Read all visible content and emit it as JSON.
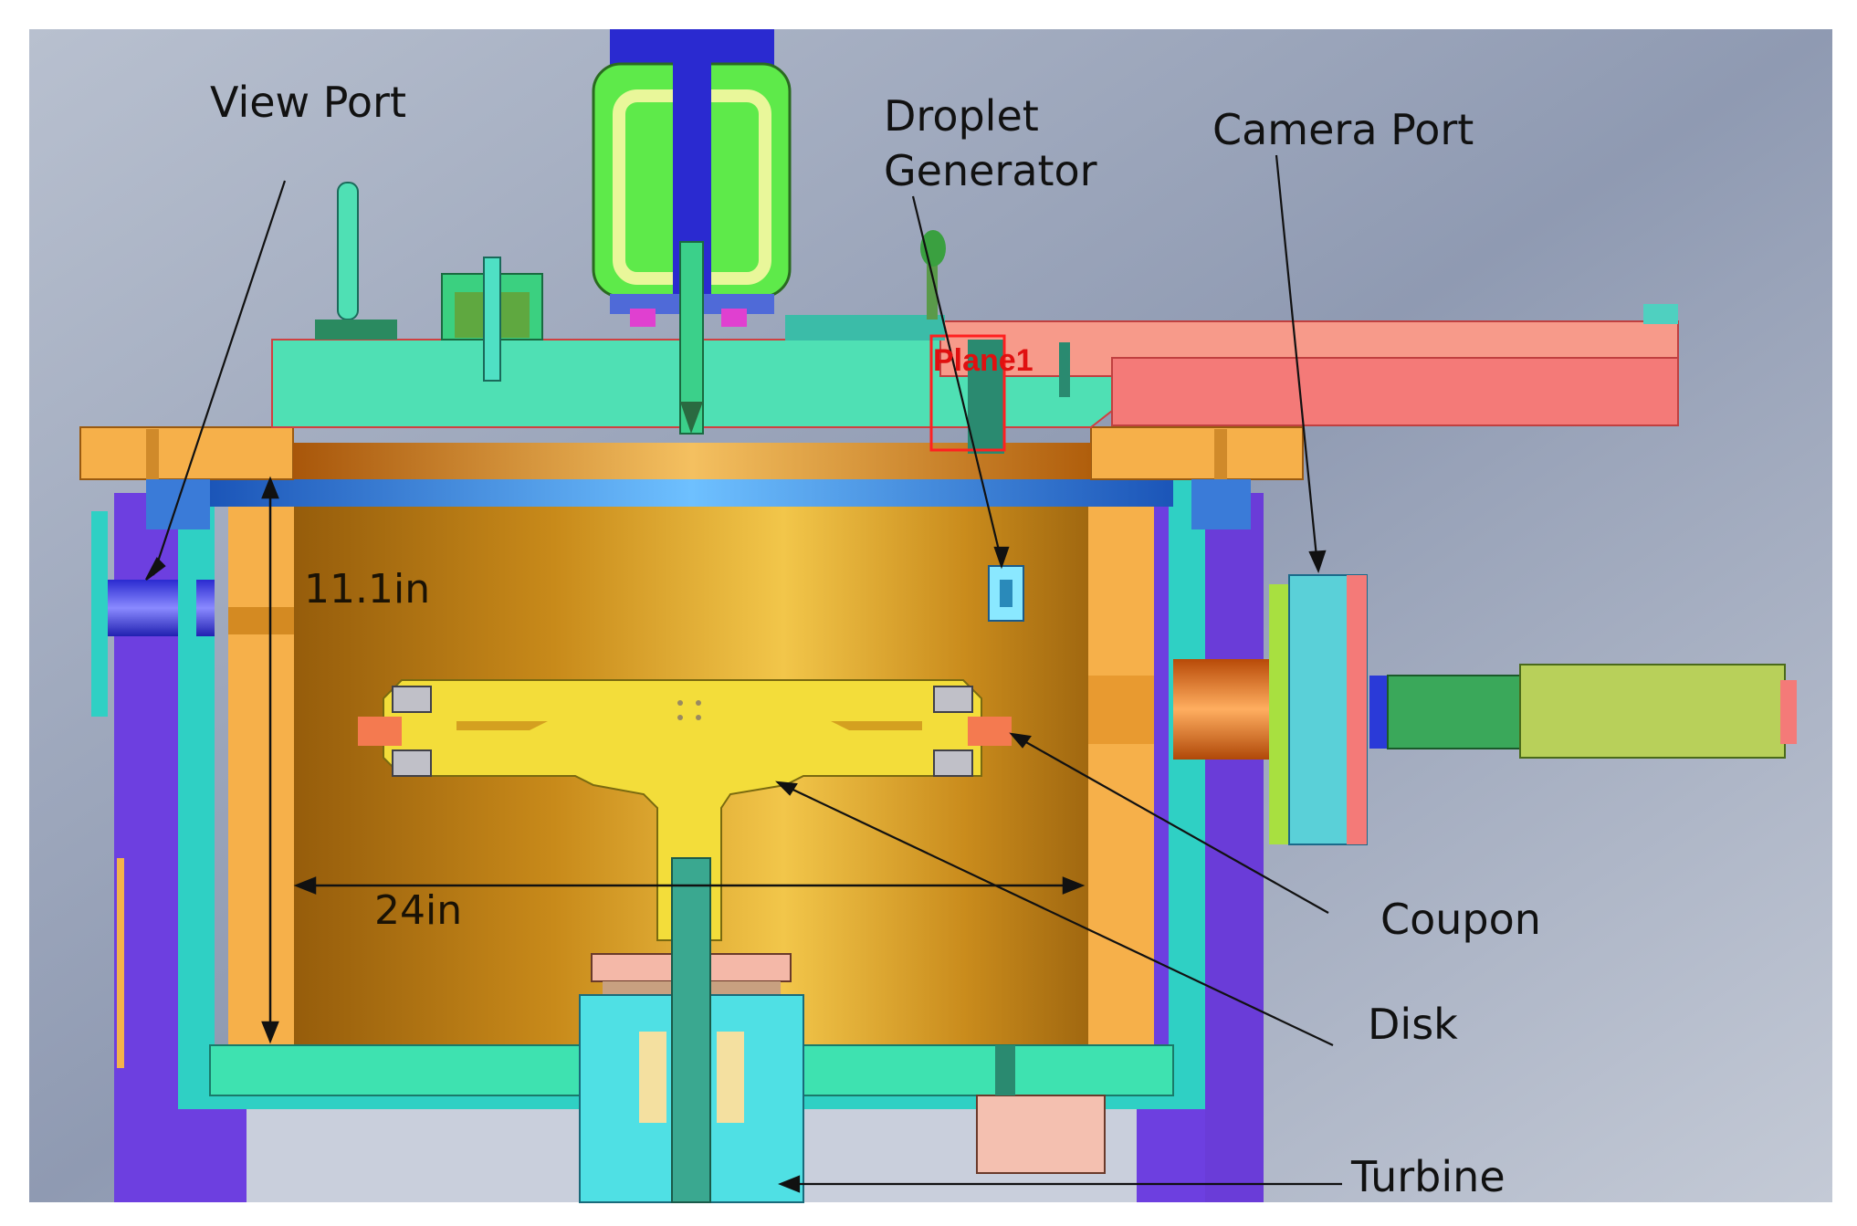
{
  "labels": {
    "view_port": "View Port",
    "droplet_generator_line1": "Droplet",
    "droplet_generator_line2": "Generator",
    "camera_port": "Camera Port",
    "coupon": "Coupon",
    "disk": "Disk",
    "turbine": "Turbine"
  },
  "dimensions": {
    "height": "11.1in",
    "diameter": "24in"
  },
  "tags": {
    "plane": "Plane1"
  },
  "colors": {
    "background": "#9aa6bd",
    "chamber": "#c58a1c",
    "lid": "#4fe0b4",
    "flange": "#f6b04a",
    "jacket": "#6d3fe0",
    "frame": "#2fd0c4",
    "disk": "#f3dd3a",
    "arm": "#f47a78",
    "motor": "#5eea4a"
  }
}
